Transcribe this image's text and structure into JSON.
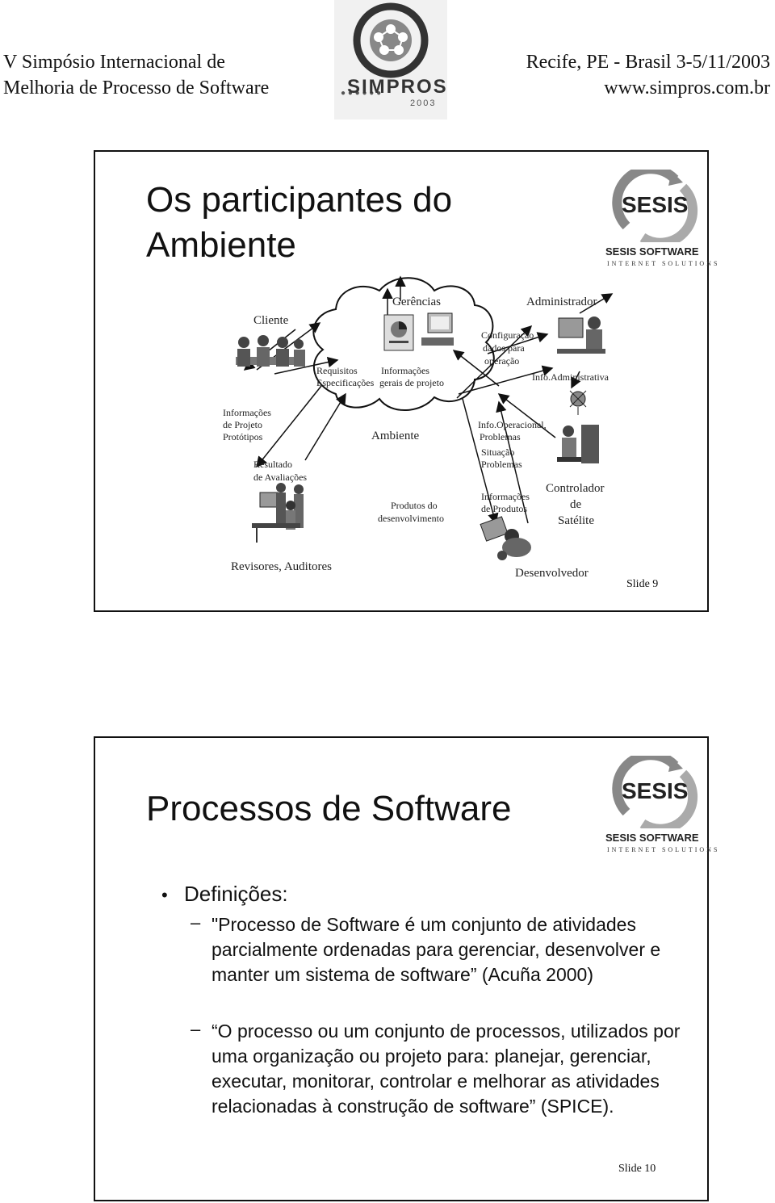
{
  "header": {
    "left_line1": "V Simpósio Internacional de",
    "left_line2": "Melhoria de Processo de Software",
    "right_line1": "Recife, PE - Brasil  3-5/11/2003",
    "right_line2": "www.simpros.com.br",
    "logo_text": "SIMPROS",
    "logo_year": "2003"
  },
  "sesis_logo": {
    "name": "SESIS",
    "company": "SESIS SOFTWARE",
    "tagline": "INTERNET SOLUTIONS"
  },
  "slide9": {
    "title_line1": "Os participantes do",
    "title_line2": "Ambiente",
    "slide_number": "Slide 9",
    "diagram": {
      "center": "Ambiente",
      "cliente": "Cliente",
      "gerencias": "Gerências",
      "administrador": "Administrador",
      "revisores": "Revisores, Auditores",
      "desenvolvedor": "Desenvolvedor",
      "controlador_l1": "Controlador",
      "controlador_l2": "de",
      "controlador_l3": "Satélite",
      "req_l1": "Requisitos",
      "req_l2": "Especificações",
      "info_gerais_l1": "Informações",
      "info_gerais_l2": "gerais de projeto",
      "config_l1": "Configuração",
      "config_l2": "dados para",
      "config_l3": "operação",
      "info_admin": "Info.Administrativa",
      "info_proj_l1": "Informações",
      "info_proj_l2": "de Projeto",
      "info_proj_l3": "Protótipos",
      "resultado_l1": "Resultado",
      "resultado_l2": "de Avaliações",
      "produtos_l1": "Produtos do",
      "produtos_l2": "desenvolvimento",
      "info_oper_l1": "Info.Operacional,",
      "info_oper_l2": "Problemas",
      "situacao_l1": "Situação",
      "situacao_l2": "Problemas",
      "info_prod_l1": "Informações",
      "info_prod_l2": "de Produtos"
    }
  },
  "slide10": {
    "title": "Processos de Software",
    "bullet": "Definições:",
    "sub1": "\"Processo de Software é um conjunto de atividades parcialmente ordenadas para gerenciar, desenvolver e manter um sistema de software” (Acuña 2000)",
    "sub2": "“O processo ou um conjunto de processos, utilizados por uma organização ou projeto para: planejar, gerenciar, executar, monitorar, controlar e melhorar as atividades relacionadas à construção de software” (SPICE).",
    "slide_number": "Slide 10"
  }
}
